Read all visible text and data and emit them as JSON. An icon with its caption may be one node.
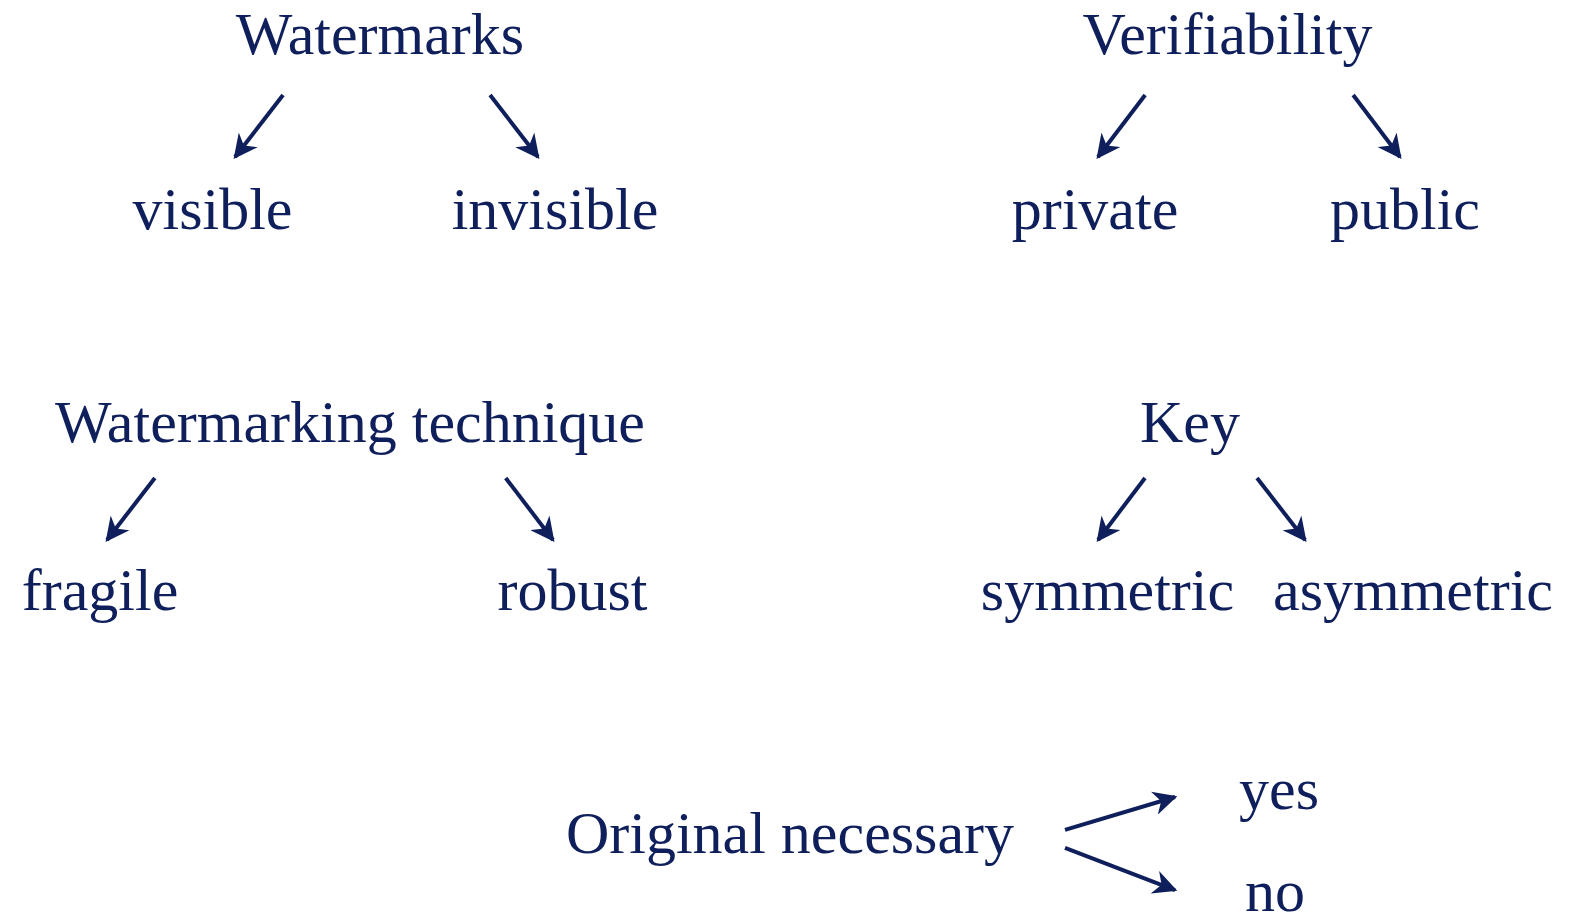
{
  "diagram": {
    "nodes": [
      {
        "text": [
          "Watermarks"
        ]
      },
      {
        "text": [
          "visible"
        ]
      },
      {
        "text": [
          "invisible"
        ]
      },
      {
        "text": [
          "Verifiability"
        ]
      },
      {
        "text": [
          "private"
        ]
      },
      {
        "text": [
          "public"
        ]
      },
      {
        "text": [
          "Watermarking technique"
        ]
      },
      {
        "text": [
          "fragile"
        ]
      },
      {
        "text": [
          "robust"
        ]
      },
      {
        "text": [
          "Key"
        ]
      },
      {
        "text": [
          "symmetric"
        ]
      },
      {
        "text": [
          "asymmetric"
        ]
      },
      {
        "text": [
          "Original necessary"
        ]
      },
      {
        "text": [
          "yes"
        ]
      },
      {
        "text": [
          "no"
        ]
      }
    ],
    "edges": [
      {
        "from": 0,
        "to": 1,
        "arrow": "to"
      },
      {
        "from": 0,
        "to": 2,
        "arrow": "to"
      },
      {
        "from": 3,
        "to": 4,
        "arrow": "to"
      },
      {
        "from": 3,
        "to": 5,
        "arrow": "to"
      },
      {
        "from": 6,
        "to": 7,
        "arrow": "to"
      },
      {
        "from": 6,
        "to": 8,
        "arrow": "to"
      },
      {
        "from": 9,
        "to": 10,
        "arrow": "to"
      },
      {
        "from": 9,
        "to": 11,
        "arrow": "to"
      },
      {
        "from": 12,
        "to": 13,
        "arrow": "to"
      },
      {
        "from": 12,
        "to": 14,
        "arrow": "to"
      }
    ]
  }
}
